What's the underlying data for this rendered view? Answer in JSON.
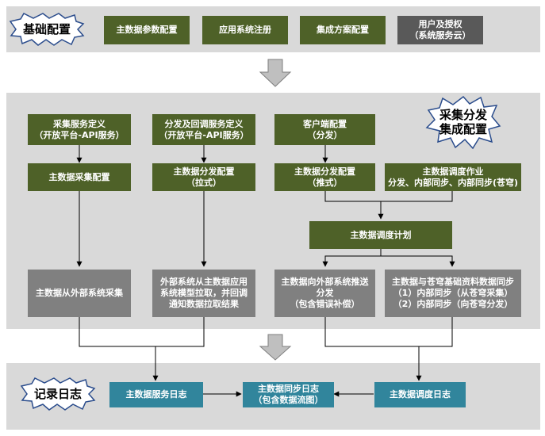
{
  "colors": {
    "panel": "#d9d9d9",
    "green": "#4e6128",
    "gray": "#808080",
    "dark": "#595959",
    "teal": "#31859c",
    "burst_fill": "#ffffff",
    "burst_stroke": "#2a4c8c",
    "arrow_fill": "#bfbfbf",
    "line": "#000000"
  },
  "sections": {
    "basic_config": {
      "label": "基础配置",
      "items": [
        "主数据参数配置",
        "应用系统注册",
        "集成方案配置",
        "用户及授权\n（系统服务云）"
      ]
    },
    "collect_dist": {
      "label": "采集分发\n集成配置",
      "collect_service_def": "采集服务定义\n（开放平台-API服务）",
      "dist_callback_def": "分发及回调服务定义\n（开放平台-API服务）",
      "client_config": "客户端配置\n（分发）",
      "collect_config": "主数据采集配置",
      "dist_config_pull": "主数据分发配置\n（拉式）",
      "dist_config_push": "主数据分发配置\n（推式）",
      "schedule_job": "主数据调度作业\n分发、内部同步、内部同步(苍穹)",
      "schedule_plan": "主数据调度计划",
      "collect_external": "主数据从外部系统采集",
      "external_pull": "外部系统从主数据应用\n系统模型拉取，并回调\n通知数据拉取结果",
      "push_external": "主数据向外部系统推送\n分发\n（包含错误补偿）",
      "sync_cangqiong": "主数据与苍穹基础资料数据同步\n（1）内部同步（从苍穹采集）\n（2）内部同步（向苍穹分发）"
    },
    "logs": {
      "label": "记录日志",
      "service_log": "主数据服务日志",
      "sync_log": "主数据同步日志\n（包含数据流图）",
      "schedule_log": "主数据调度日志"
    }
  }
}
